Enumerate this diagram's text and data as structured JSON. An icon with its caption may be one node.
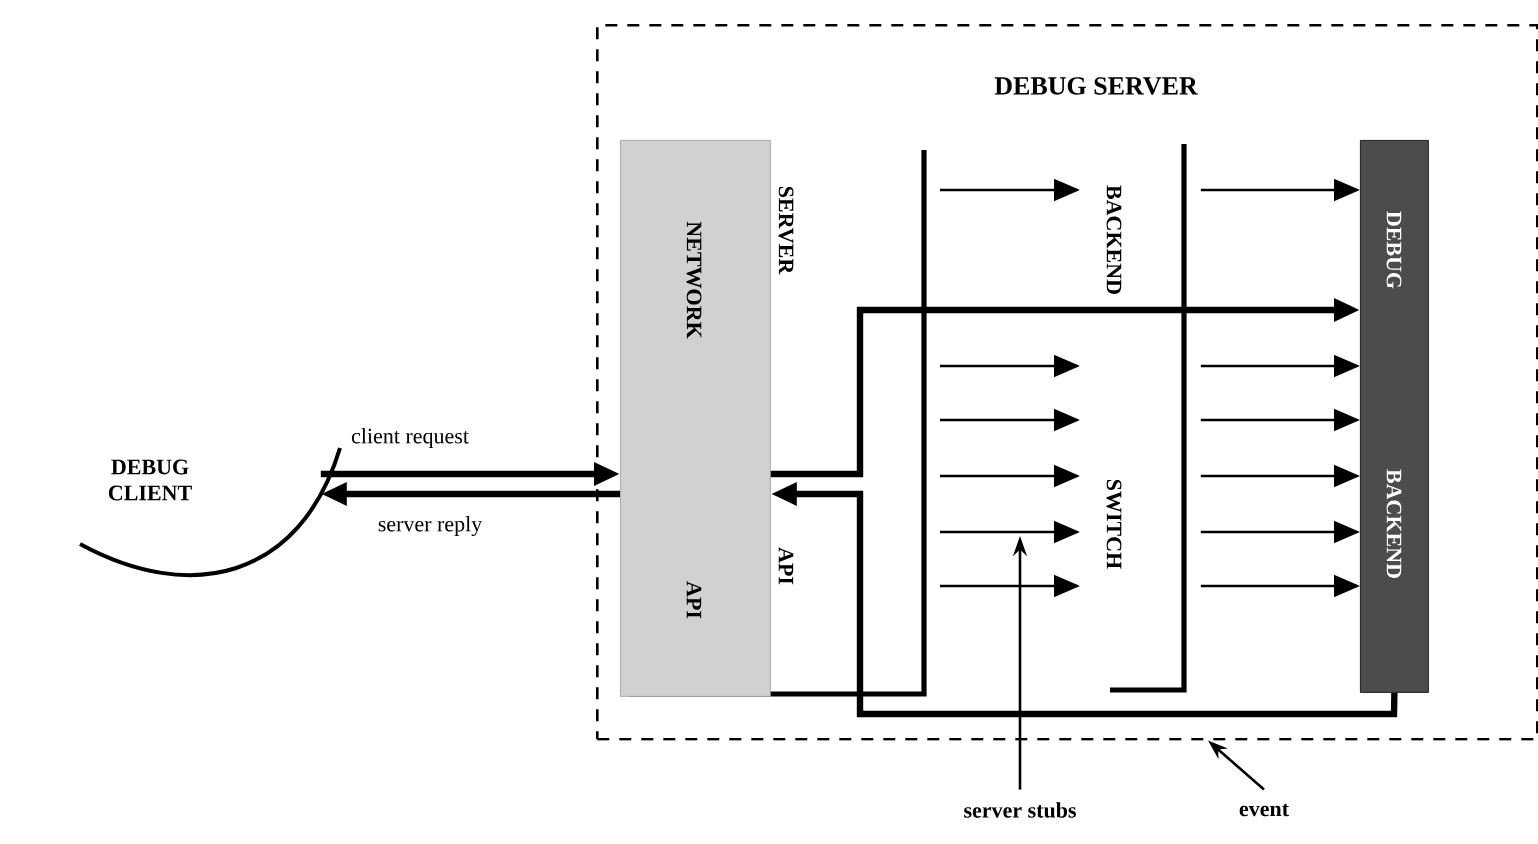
{
  "diagram": {
    "nodes": [
      {
        "text": [
          "DEBUG SERVER"
        ]
      },
      {
        "text": [
          "NETWORK",
          "API"
        ],
        "in": 0
      },
      {
        "text": [
          "BACKEND",
          "SWITCH"
        ],
        "in": 0
      },
      {
        "text": [
          "DEBUG",
          "BACKEND"
        ],
        "in": 0
      },
      {
        "text": [
          "DEBUG CLIENT"
        ]
      },
      {
        "text": [
          "server stubs"
        ]
      },
      {
        "text": [
          "event"
        ]
      }
    ],
    "edges": [
      {
        "from": 4,
        "to": 1,
        "arrow": "to",
        "label": "client request",
        "style": "thick"
      },
      {
        "from": 1,
        "to": 3,
        "arrow": "to",
        "style": "thick"
      },
      {
        "from": 3,
        "to": 1,
        "arrow": "to",
        "style": "thick"
      },
      {
        "from": 1,
        "to": 4,
        "arrow": "to",
        "label": "server reply",
        "style": "thick"
      },
      {
        "from": null,
        "to": 2,
        "arrow": "to"
      },
      {
        "from": null,
        "to": 2,
        "arrow": "to"
      },
      {
        "from": null,
        "to": 2,
        "arrow": "to"
      },
      {
        "from": null,
        "to": 2,
        "arrow": "to"
      },
      {
        "from": null,
        "to": 2,
        "arrow": "to"
      },
      {
        "from": null,
        "to": 2,
        "arrow": "to"
      },
      {
        "from": 2,
        "to": 3,
        "arrow": "to"
      },
      {
        "from": 2,
        "to": 3,
        "arrow": "to"
      },
      {
        "from": 2,
        "to": 3,
        "arrow": "to"
      },
      {
        "from": 2,
        "to": 3,
        "arrow": "to"
      },
      {
        "from": 2,
        "to": 3,
        "arrow": "to"
      },
      {
        "from": 2,
        "to": 3,
        "arrow": "to"
      },
      {
        "from": 5,
        "to": null,
        "arrow": "to"
      },
      {
        "from": 6,
        "to": 0,
        "arrow": "to"
      }
    ],
    "labels": [
      "SERVER",
      "API"
    ]
  }
}
